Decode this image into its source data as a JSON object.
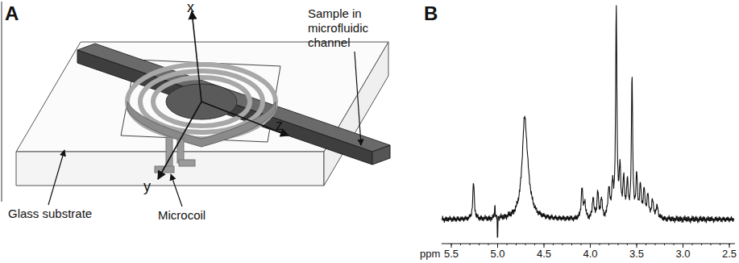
{
  "diagram": {
    "labels": [
      "A",
      "x",
      "Sample in microfluidic channel",
      "z",
      "y",
      "Glass substrate",
      "Microcoil",
      "B",
      "ppm",
      "5.5",
      "5.0",
      "4.5",
      "4.0",
      "3.5",
      "3.0",
      "2.5"
    ]
  }
}
